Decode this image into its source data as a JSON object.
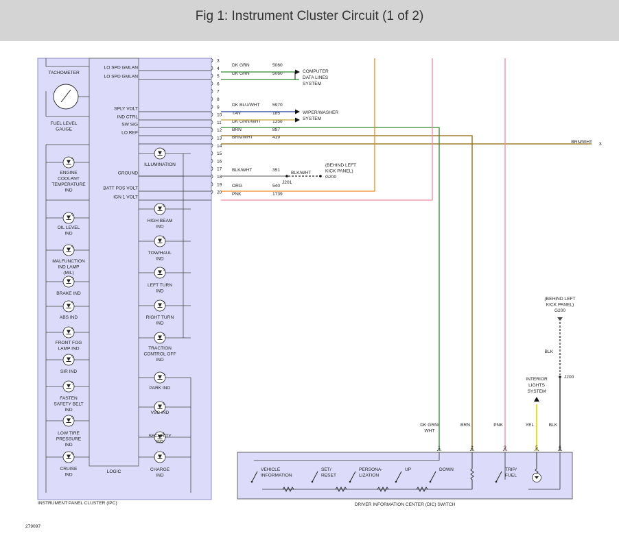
{
  "header": {
    "title": "Fig 1: Instrument Cluster Circuit (1 of 2)"
  },
  "colors": {
    "header_bg": "#d4d4d4",
    "ipc_fill": "#dcdcfa",
    "ipc_border": "#8c8cc8",
    "wire_dk_grn": "#2e8b2e",
    "wire_dk_grn_wht": "#2e8b2e",
    "wire_dk_blu_wht": "#1f3b99",
    "wire_tan": "#c8a03c",
    "wire_brn": "#8b6508",
    "wire_orange": "#ee8a1e",
    "wire_pink": "#ee8ca0",
    "wire_yellow": "#e6e61e",
    "wire_black": "#111111"
  },
  "ipc": {
    "label": "INSTRUMENT PANEL CLUSTER (IPC)",
    "logic_label": "LOGIC",
    "left_items": [
      {
        "label": [
          "TACHOMETER"
        ]
      },
      {
        "label": [
          "FUEL LEVEL",
          "GAUGE"
        ]
      },
      {
        "label": [
          "ENGINE",
          "COOLANT",
          "TEMPERATURE",
          "IND"
        ]
      },
      {
        "label": [
          "OIL LEVEL",
          "IND"
        ]
      },
      {
        "label": [
          "MALFUNCTION",
          "IND LAMP",
          "(MIL)"
        ]
      },
      {
        "label": [
          "BRAKE IND"
        ]
      },
      {
        "label": [
          "ABS IND"
        ]
      },
      {
        "label": [
          "FRONT FOG",
          "LAMP IND"
        ]
      },
      {
        "label": [
          "SIR IND"
        ]
      },
      {
        "label": [
          "FASTEN",
          "SAFETY BELT",
          "IND"
        ]
      },
      {
        "label": [
          "LOW TIRE",
          "PRESSURE",
          "IND"
        ]
      },
      {
        "label": [
          "CRUISE",
          "IND"
        ]
      }
    ],
    "right_items": [
      {
        "label": [
          "ILLUMINATION"
        ]
      },
      {
        "label": [
          "HIGH BEAM",
          "IND"
        ]
      },
      {
        "label": [
          "TOW/HAUL",
          "IND"
        ]
      },
      {
        "label": [
          "LEFT TURN",
          "IND"
        ]
      },
      {
        "label": [
          "RIGHT TURN",
          "IND"
        ]
      },
      {
        "label": [
          "TRACTION",
          "CONTROL OFF",
          "IND"
        ]
      },
      {
        "label": [
          "PARK IND"
        ]
      },
      {
        "label": [
          "VSC IND"
        ]
      },
      {
        "label": [
          "SECURITY",
          "IND"
        ]
      },
      {
        "label": [
          "CHARGE",
          "IND"
        ]
      }
    ],
    "signals": [
      "LO SPD GMLAN",
      "LO SPD GMLAN",
      "SPLY VOLT",
      "IND CTRL",
      "SW SIG",
      "LO REF",
      "GROUND",
      "BATT POS VOLT",
      "IGN 1 VOLT"
    ]
  },
  "connector": {
    "pins": [
      "3",
      "4",
      "5",
      "6",
      "7",
      "8",
      "9",
      "10",
      "11",
      "12",
      "13",
      "14",
      "15",
      "16",
      "17",
      "18",
      "19",
      "20"
    ]
  },
  "wires": [
    {
      "pin": "4",
      "color": "DK GRN",
      "circuit": "5060"
    },
    {
      "pin": "5",
      "color": "DK GRN",
      "circuit": "5060"
    },
    {
      "pin": "9",
      "color": "DK BLU/WHT",
      "circuit": "5970"
    },
    {
      "pin": "10",
      "color": "TAN",
      "circuit": "185"
    },
    {
      "pin": "11",
      "color": "DK GRN/WHT",
      "circuit": "1358"
    },
    {
      "pin": "12",
      "color": "BRN",
      "circuit": "897"
    },
    {
      "pin": "13",
      "color": "BRN/WHT",
      "circuit": "419"
    },
    {
      "pin": "17",
      "color": "BLK/WHT",
      "circuit": "351"
    },
    {
      "pin": "19",
      "color": "ORG",
      "circuit": "540"
    },
    {
      "pin": "20",
      "color": "PNK",
      "circuit": "1739"
    }
  ],
  "destinations": {
    "computer_data_lines": [
      "COMPUTER",
      "DATA LINES",
      "SYSTEM"
    ],
    "wiper_washer": [
      "WIPER/WASHER",
      "SYSTEM"
    ],
    "brn_wht_offpage": "BRN/WHT",
    "brn_wht_offpage_num": "3",
    "blk_wht_splice": "BLK/WHT",
    "j201": "J201",
    "g200_top": [
      "(BEHIND LEFT",
      "KICK PANEL)",
      "G200"
    ],
    "g200_right": [
      "(BEHIND LEFT",
      "KICK PANEL)",
      "G200"
    ],
    "blk": "BLK",
    "j200": "J200",
    "interior_lights": [
      "INTERIOR",
      "LIGHTS",
      "SYSTEM"
    ]
  },
  "dic": {
    "label": "DRIVER INFORMATION CENTER (DIC) SWITCH",
    "switches": [
      {
        "label": [
          "VEHICLE",
          "INFORMATION"
        ]
      },
      {
        "label": [
          "SET/",
          "RESET"
        ]
      },
      {
        "label": [
          "PERSONA-",
          "LIZATION"
        ]
      },
      {
        "label": [
          "UP"
        ]
      },
      {
        "label": [
          "DOWN"
        ]
      },
      {
        "label": [
          "TRIP/",
          "FUEL"
        ]
      }
    ],
    "pins": [
      {
        "num": "1",
        "wire": [
          "DK GRN/",
          "WHT"
        ]
      },
      {
        "num": "2",
        "wire": [
          "BRN"
        ]
      },
      {
        "num": "3",
        "wire": [
          "PNK"
        ]
      },
      {
        "num": "5",
        "wire": [
          "YEL"
        ]
      },
      {
        "num": "6",
        "wire": [
          "BLK"
        ]
      }
    ]
  },
  "figure_number": "279097"
}
